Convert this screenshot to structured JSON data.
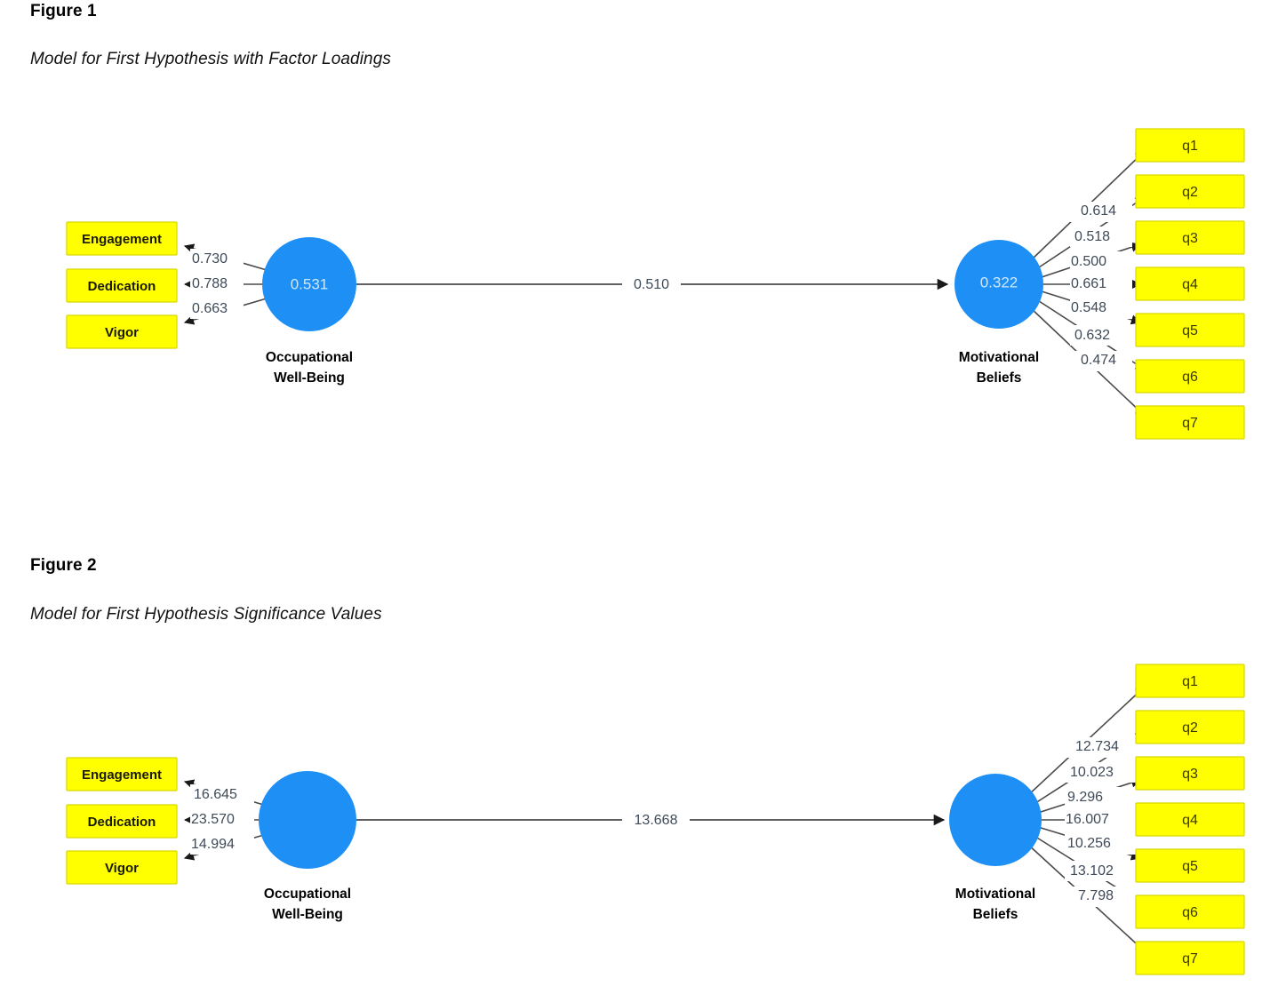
{
  "figures": [
    {
      "number": "Figure 1",
      "caption": "Model for First Hypothesis with Factor Loadings",
      "constructs": {
        "left": {
          "name_line1": "Occupational",
          "name_line2": "Well-Being",
          "value": "0.531"
        },
        "right": {
          "name_line1": "Motivational",
          "name_line2": "Beliefs",
          "value": "0.322"
        }
      },
      "left_indicators": [
        {
          "label": "Engagement",
          "value": "0.730"
        },
        {
          "label": "Dedication",
          "value": "0.788"
        },
        {
          "label": "Vigor",
          "value": "0.663"
        }
      ],
      "right_indicators": [
        {
          "label": "q1",
          "value": "0.614"
        },
        {
          "label": "q2",
          "value": "0.518"
        },
        {
          "label": "q3",
          "value": "0.500"
        },
        {
          "label": "q4",
          "value": "0.661"
        },
        {
          "label": "q5",
          "value": "0.548"
        },
        {
          "label": "q6",
          "value": "0.632"
        },
        {
          "label": "q7",
          "value": "0.474"
        }
      ],
      "structural_path": "0.510"
    },
    {
      "number": "Figure 2",
      "caption": "Model for First Hypothesis Significance Values",
      "constructs": {
        "left": {
          "name_line1": "Occupational",
          "name_line2": "Well-Being",
          "value": ""
        },
        "right": {
          "name_line1": "Motivational",
          "name_line2": "Beliefs",
          "value": ""
        }
      },
      "left_indicators": [
        {
          "label": "Engagement",
          "value": "16.645"
        },
        {
          "label": "Dedication",
          "value": "23.570"
        },
        {
          "label": "Vigor",
          "value": "14.994"
        }
      ],
      "right_indicators": [
        {
          "label": "q1",
          "value": "12.734"
        },
        {
          "label": "q2",
          "value": "10.023"
        },
        {
          "label": "q3",
          "value": "9.296"
        },
        {
          "label": "q4",
          "value": "16.007"
        },
        {
          "label": "q5",
          "value": "10.256"
        },
        {
          "label": "q6",
          "value": "13.102"
        },
        {
          "label": "q7",
          "value": "7.798"
        }
      ],
      "structural_path": "13.668"
    }
  ],
  "colors": {
    "indicator_fill": "#ffff00",
    "construct_fill": "#1e90f5",
    "path_stroke": "#4a4a4a",
    "edge_label_text": "#3f4a58"
  },
  "chart_data": {
    "type": "diagram",
    "title": "Structural equation model: Occupational Well-Being -> Motivational Beliefs",
    "models": [
      {
        "name": "Figure 1 - Factor Loadings",
        "latent_variables": [
          {
            "name": "Occupational Well-Being",
            "r_square": 0.531
          },
          {
            "name": "Motivational Beliefs",
            "r_square": 0.322
          }
        ],
        "measurement_loadings": [
          {
            "latent": "Occupational Well-Being",
            "indicator": "Engagement",
            "loading": 0.73
          },
          {
            "latent": "Occupational Well-Being",
            "indicator": "Dedication",
            "loading": 0.788
          },
          {
            "latent": "Occupational Well-Being",
            "indicator": "Vigor",
            "loading": 0.663
          },
          {
            "latent": "Motivational Beliefs",
            "indicator": "q1",
            "loading": 0.614
          },
          {
            "latent": "Motivational Beliefs",
            "indicator": "q2",
            "loading": 0.518
          },
          {
            "latent": "Motivational Beliefs",
            "indicator": "q3",
            "loading": 0.5
          },
          {
            "latent": "Motivational Beliefs",
            "indicator": "q4",
            "loading": 0.661
          },
          {
            "latent": "Motivational Beliefs",
            "indicator": "q5",
            "loading": 0.548
          },
          {
            "latent": "Motivational Beliefs",
            "indicator": "q6",
            "loading": 0.632
          },
          {
            "latent": "Motivational Beliefs",
            "indicator": "q7",
            "loading": 0.474
          }
        ],
        "structural_paths": [
          {
            "from": "Occupational Well-Being",
            "to": "Motivational Beliefs",
            "coefficient": 0.51
          }
        ]
      },
      {
        "name": "Figure 2 - Significance (t) Values",
        "latent_variables": [
          {
            "name": "Occupational Well-Being"
          },
          {
            "name": "Motivational Beliefs"
          }
        ],
        "measurement_loadings": [
          {
            "latent": "Occupational Well-Being",
            "indicator": "Engagement",
            "t_value": 16.645
          },
          {
            "latent": "Occupational Well-Being",
            "indicator": "Dedication",
            "t_value": 23.57
          },
          {
            "latent": "Occupational Well-Being",
            "indicator": "Vigor",
            "t_value": 14.994
          },
          {
            "latent": "Motivational Beliefs",
            "indicator": "q1",
            "t_value": 12.734
          },
          {
            "latent": "Motivational Beliefs",
            "indicator": "q2",
            "t_value": 10.023
          },
          {
            "latent": "Motivational Beliefs",
            "indicator": "q3",
            "t_value": 9.296
          },
          {
            "latent": "Motivational Beliefs",
            "indicator": "q4",
            "t_value": 16.007
          },
          {
            "latent": "Motivational Beliefs",
            "indicator": "q5",
            "t_value": 10.256
          },
          {
            "latent": "Motivational Beliefs",
            "indicator": "q6",
            "t_value": 13.102
          },
          {
            "latent": "Motivational Beliefs",
            "indicator": "q7",
            "t_value": 7.798
          }
        ],
        "structural_paths": [
          {
            "from": "Occupational Well-Being",
            "to": "Motivational Beliefs",
            "t_value": 13.668
          }
        ]
      }
    ]
  }
}
